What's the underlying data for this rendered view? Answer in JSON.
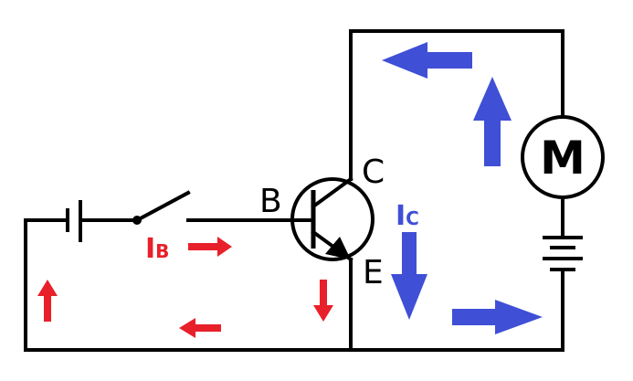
{
  "labels": {
    "base": "B",
    "collector": "C",
    "emitter": "E",
    "motor": "M",
    "base_current_main": "I",
    "base_current_sub": "B",
    "collector_current_main": "I",
    "collector_current_sub": "C"
  },
  "colors": {
    "base_current": "#e8202a",
    "collector_current": "#3f4fd6",
    "wire": "#000000",
    "background": "#ffffff"
  },
  "icons": {
    "transistor": "npn-transistor-icon",
    "motor": "motor-icon",
    "battery": "battery-icon",
    "switch": "switch-icon"
  }
}
